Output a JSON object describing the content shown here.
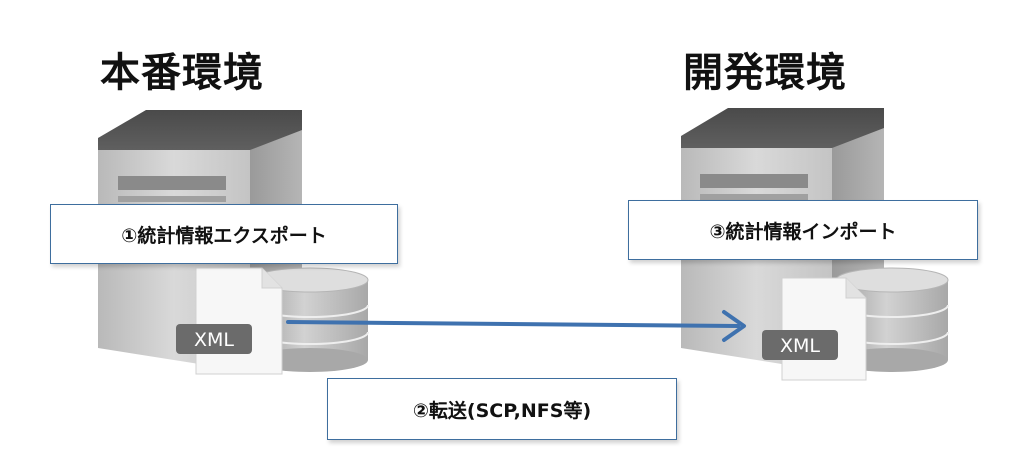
{
  "production": {
    "title": "本番環境",
    "step_label": "①統計情報エクスポート",
    "file_badge": "XML"
  },
  "development": {
    "title": "開発環境",
    "step_label": "③統計情報インポート",
    "file_badge": "XML"
  },
  "transfer": {
    "step_label": "②転送(SCP,NFS等)"
  },
  "colors": {
    "box_border": "#3e6e9e",
    "arrow": "#3f72af"
  },
  "icons": [
    "server-icon",
    "database-icon",
    "xml-file-icon",
    "arrow-right-icon"
  ]
}
